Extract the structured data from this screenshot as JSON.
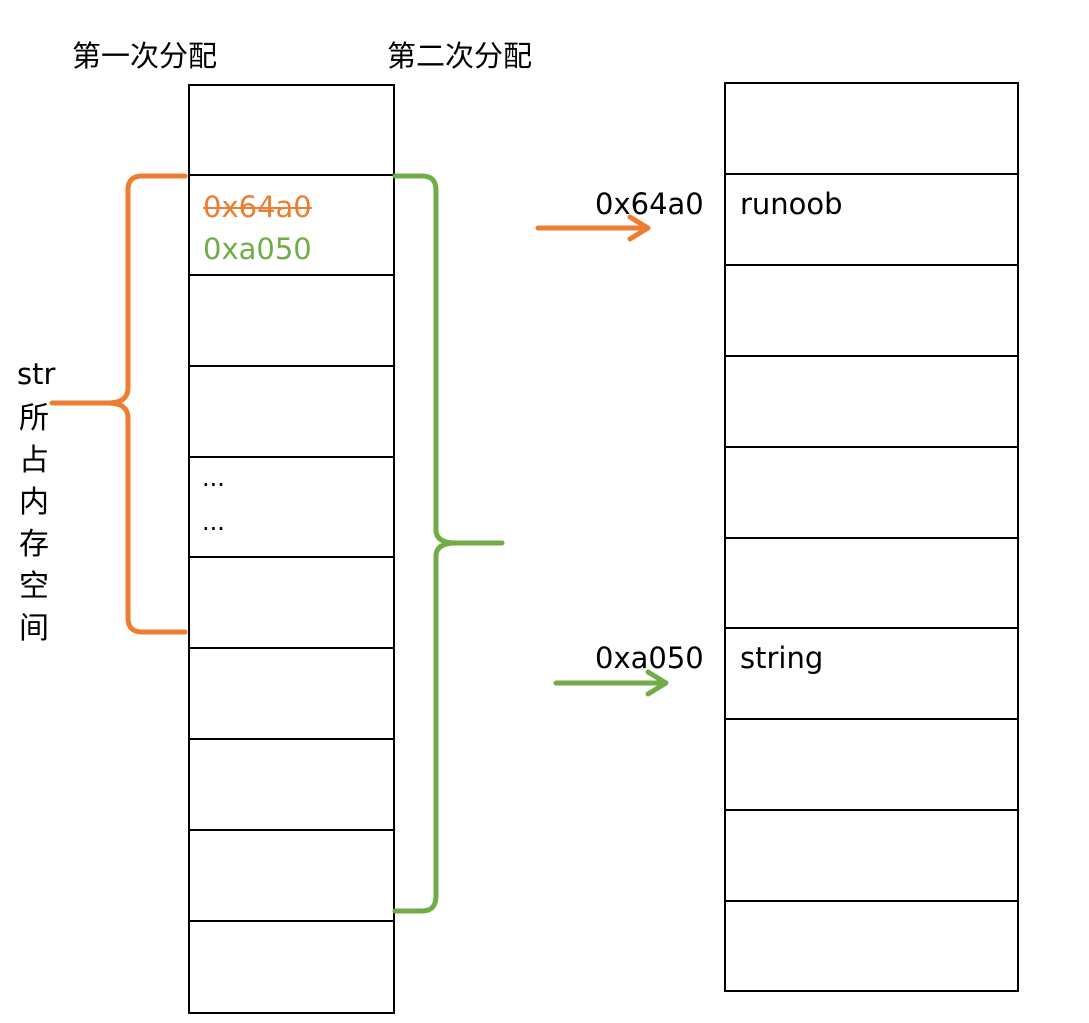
{
  "titles": {
    "first_alloc": "第一次分配",
    "second_alloc": "第二次分配"
  },
  "left_stack": {
    "old_pointer": "0x64a0",
    "new_pointer": "0xa050",
    "ellipsis_1": "...",
    "ellipsis_2": "..."
  },
  "side_label": {
    "var_name": "str",
    "chars": [
      "所",
      "占",
      "内",
      "存",
      "空",
      "间"
    ]
  },
  "arrows": {
    "orange_addr": "0x64a0",
    "green_addr": "0xa050"
  },
  "right_stack": {
    "runoob": "runoob",
    "string": "string"
  },
  "colors": {
    "orange": "#ED7D31",
    "green": "#70AD47",
    "line": "#000000"
  }
}
